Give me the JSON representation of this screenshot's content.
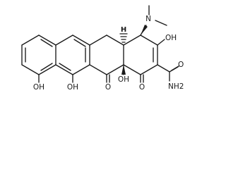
{
  "molecule": {
    "labels": {
      "nme2_n": "N",
      "oh_ring_a": "OH",
      "o_keto_upper": "O",
      "o_amide": "O",
      "nh2": "NH2",
      "o_keto_lower": "O",
      "oh_junction": "OH",
      "o_keto_c": "O",
      "oh_c10": "OH",
      "oh_c11": "OH",
      "stereo_h": "H"
    },
    "colors": {
      "bond": "#1a1a1a",
      "background": "#ffffff"
    }
  }
}
